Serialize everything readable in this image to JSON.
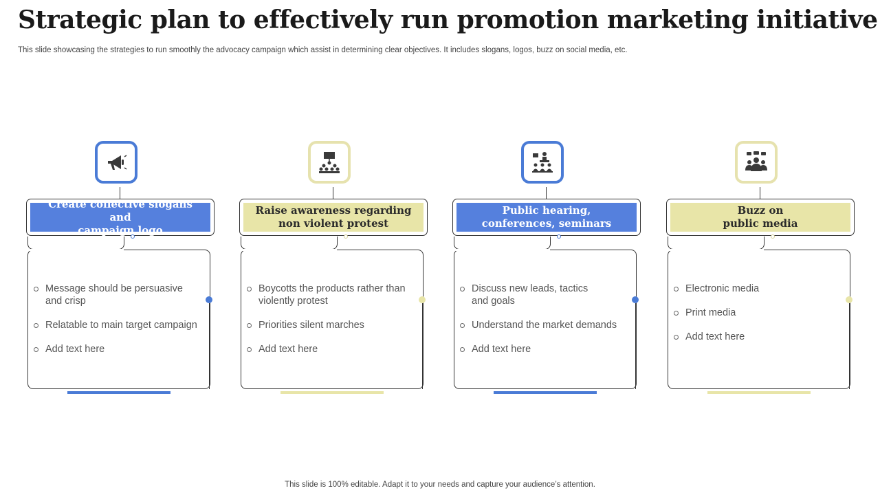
{
  "slide": {
    "title": "Strategic plan to effectively run promotion marketing initiative",
    "subtitle": "This slide showcasing the strategies to run smoothly the advocacy campaign which assist in determining clear objectives. It includes slogans, logos, buzz on social media, etc.",
    "footer": "This slide is 100% editable. Adapt it to your needs and capture your audience’s attention."
  },
  "colors": {
    "blue": "#4a7bd6",
    "yellow": "#e8e5a8",
    "text": "#555555"
  },
  "cards": [
    {
      "icon": "megaphone-icon",
      "header": "Create collective slogans and\ncampaign logo",
      "bullets": [
        "Message should be persuasive\nand crisp",
        "Relatable to main target campaign",
        "Add text here"
      ]
    },
    {
      "icon": "protest-group-icon",
      "header": "Raise awareness regarding\nnon violent protest",
      "bullets": [
        "Boycotts the products rather than\nviolently protest",
        "Priorities silent marches",
        "Add text here"
      ]
    },
    {
      "icon": "conference-icon",
      "header": "Public hearing,\nconferences, seminars",
      "bullets": [
        "Discuss new leads, tactics\nand goals",
        "Understand the market demands",
        "Add text here"
      ]
    },
    {
      "icon": "social-media-group-icon",
      "header": "Buzz on\npublic media",
      "bullets": [
        "Electronic media",
        "Print media",
        "Add text here"
      ]
    }
  ]
}
